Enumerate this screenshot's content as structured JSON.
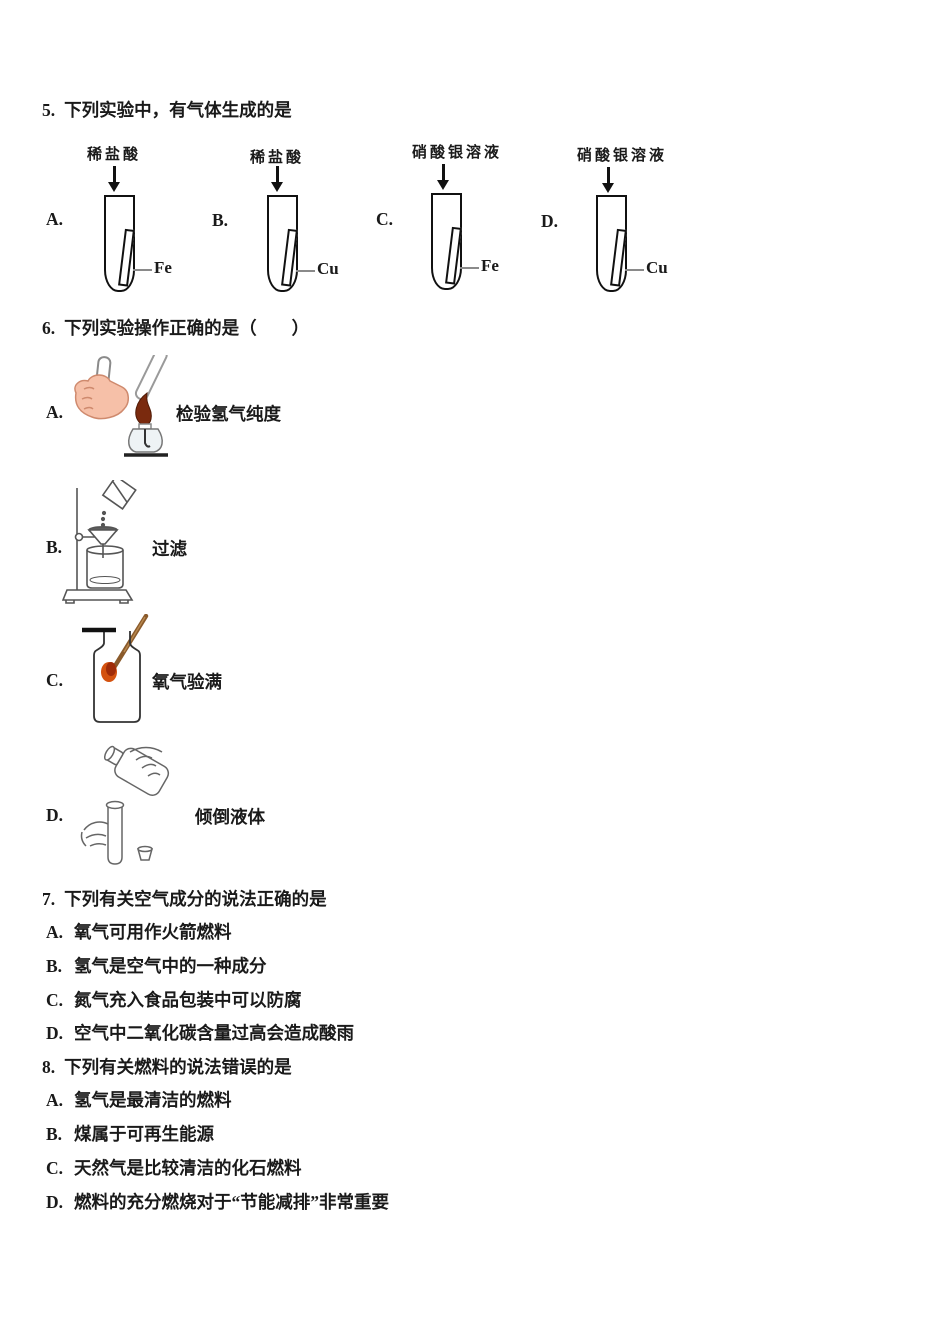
{
  "q5": {
    "number": "5.",
    "title": "下列实验中，有气体生成的是",
    "diagrams": [
      {
        "letter": "A.",
        "reagent": "稀盐酸",
        "metal": "Fe",
        "icon": "test-tube-with-iron-in-dilute-hcl"
      },
      {
        "letter": "B.",
        "reagent": "稀盐酸",
        "metal": "Cu",
        "icon": "test-tube-with-copper-in-dilute-hcl"
      },
      {
        "letter": "C.",
        "reagent": "硝酸银溶液",
        "metal": "Fe",
        "icon": "test-tube-with-iron-in-silver-nitrate"
      },
      {
        "letter": "D.",
        "reagent": "硝酸银溶液",
        "metal": "Cu",
        "icon": "test-tube-with-copper-in-silver-nitrate"
      }
    ]
  },
  "q6": {
    "number": "6.",
    "title": "下列实验操作正确的是（　　）",
    "options": [
      {
        "letter": "A.",
        "caption": "检验氢气纯度",
        "icon": "hand-test-tube-over-alcohol-lamp"
      },
      {
        "letter": "B.",
        "caption": "过滤",
        "icon": "filtration-stand-funnel-beaker"
      },
      {
        "letter": "C.",
        "caption": "氧气验满",
        "icon": "glowing-splint-inside-gas-bottle"
      },
      {
        "letter": "D.",
        "caption": "倾倒液体",
        "icon": "pouring-liquid-bottle-into-test-tube"
      }
    ]
  },
  "q7": {
    "number": "7.",
    "title": "下列有关空气成分的说法正确的是",
    "options": [
      {
        "letter": "A.",
        "text": "氧气可用作火箭燃料"
      },
      {
        "letter": "B.",
        "text": "氢气是空气中的一种成分"
      },
      {
        "letter": "C.",
        "text": "氮气充入食品包装中可以防腐"
      },
      {
        "letter": "D.",
        "text": "空气中二氧化碳含量过高会造成酸雨"
      }
    ]
  },
  "q8": {
    "number": "8.",
    "title": "下列有关燃料的说法错误的是",
    "options": [
      {
        "letter": "A.",
        "text": "氢气是最清洁的燃料"
      },
      {
        "letter": "B.",
        "text": "煤属于可再生能源"
      },
      {
        "letter": "C.",
        "text": "天然气是比较清洁的化石燃料"
      },
      {
        "letter": "D.",
        "text": "燃料的充分燃烧对于“节能减排”非常重要"
      }
    ]
  },
  "colors": {
    "ink": "#1a1a1a",
    "tube_outline": "#111111",
    "hand_skin": "#f6c0a8",
    "flame_dark_red": "#7a2a0e",
    "splint_brown": "#8a5a2b",
    "ember_orange": "#d4520f",
    "line_art_grey": "#5a5a5a"
  }
}
